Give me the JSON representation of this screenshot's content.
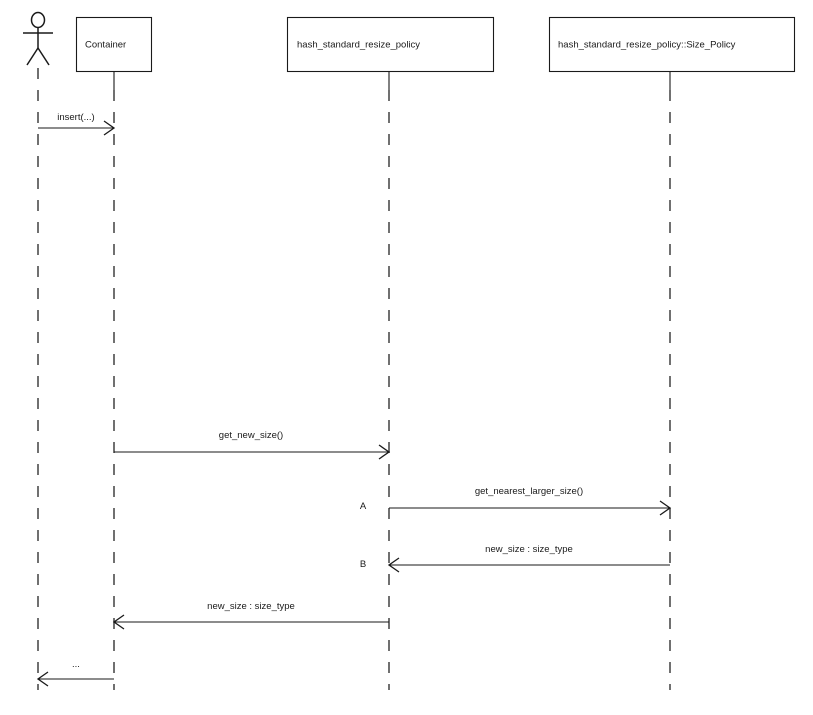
{
  "diagram": {
    "type": "uml-sequence-diagram",
    "background_color": "#ffffff",
    "line_color": "#1a1a1a",
    "lifeline_color": "#4d4d4d",
    "actor": {
      "name": "actor",
      "label": ""
    },
    "participants": [
      {
        "id": "container",
        "label": "Container"
      },
      {
        "id": "resize_policy",
        "label": "hash_standard_resize_policy"
      },
      {
        "id": "size_policy",
        "label": "hash_standard_resize_policy::Size_Policy"
      }
    ],
    "messages": [
      {
        "id": "m1",
        "label": "insert(...)",
        "from": "actor",
        "to": "container",
        "direction": "right",
        "point": ""
      },
      {
        "id": "m2",
        "label": "get_new_size()",
        "from": "container",
        "to": "resize_policy",
        "direction": "right",
        "point": ""
      },
      {
        "id": "m3",
        "label": "get_nearest_larger_size()",
        "from": "resize_policy",
        "to": "size_policy",
        "direction": "right",
        "point": "A"
      },
      {
        "id": "m4",
        "label": "new_size : size_type",
        "from": "size_policy",
        "to": "resize_policy",
        "direction": "left",
        "point": "B"
      },
      {
        "id": "m5",
        "label": "new_size : size_type",
        "from": "resize_policy",
        "to": "container",
        "direction": "left",
        "point": ""
      },
      {
        "id": "m6",
        "label": "...",
        "from": "container",
        "to": "actor",
        "direction": "left",
        "point": ""
      }
    ],
    "annotations": [
      {
        "id": "pt_a",
        "label": "A"
      },
      {
        "id": "pt_b",
        "label": "B"
      }
    ]
  }
}
